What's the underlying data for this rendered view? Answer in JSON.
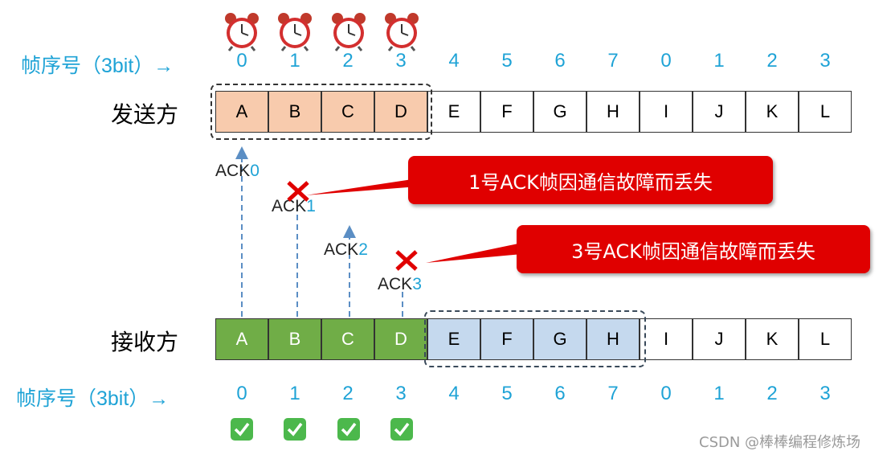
{
  "seq_label": "帧序号（3bit）→",
  "seq_numbers": [
    "0",
    "1",
    "2",
    "3",
    "4",
    "5",
    "6",
    "7",
    "0",
    "1",
    "2",
    "3"
  ],
  "sender": {
    "label": "发送方",
    "frames": [
      "A",
      "B",
      "C",
      "D",
      "E",
      "F",
      "G",
      "H",
      "I",
      "J",
      "K",
      "L"
    ]
  },
  "receiver": {
    "label": "接收方",
    "frames": [
      "A",
      "B",
      "C",
      "D",
      "E",
      "F",
      "G",
      "H",
      "I",
      "J",
      "K",
      "L"
    ]
  },
  "acks": [
    {
      "prefix": "ACK",
      "num": "0"
    },
    {
      "prefix": "ACK",
      "num": "1"
    },
    {
      "prefix": "ACK",
      "num": "2"
    },
    {
      "prefix": "ACK",
      "num": "3"
    }
  ],
  "callouts": [
    "1号ACK帧因通信故障而丢失",
    "3号ACK帧因通信故障而丢失"
  ],
  "watermark": "CSDN @棒棒编程修炼场",
  "colors": {
    "seq_blue": "#1fa3d6",
    "sender_window": "#f8cbad",
    "received_green": "#70ad47",
    "receiver_window": "#c5d9ee",
    "callout_red": "#e00000",
    "lost_cross": "#e00000"
  },
  "icons": {
    "timer": "alarm-clock-icon",
    "received": "check-mark-icon",
    "lost": "cross-mark-icon"
  }
}
